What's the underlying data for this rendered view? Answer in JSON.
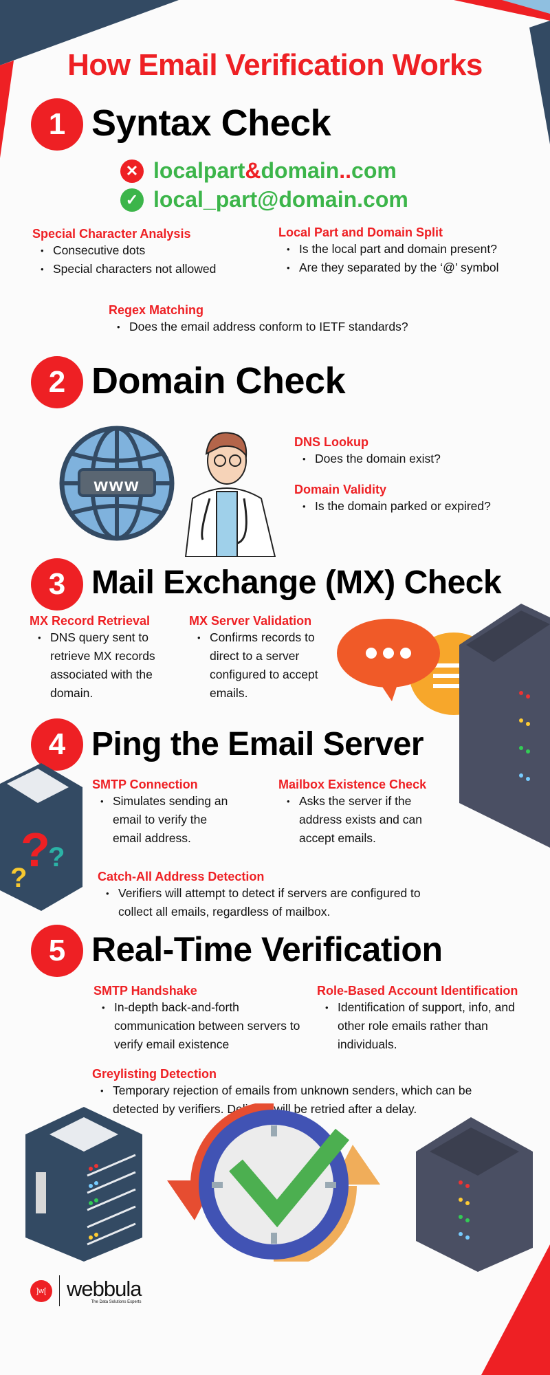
{
  "title": "How Email Verification Works",
  "colors": {
    "accent": "#ee2024",
    "green": "#3cb54a",
    "navy": "#334a63"
  },
  "sections": [
    {
      "number": "1",
      "heading": "Syntax Check",
      "bad_email": {
        "p1": "localpart",
        "p2": "&",
        "p3": "domain",
        "p4": "..",
        "p5": "com",
        "icon": "x-circle-icon"
      },
      "good_email": {
        "text": "local_part@domain.com",
        "icon": "check-circle-icon"
      },
      "items": [
        {
          "title": "Special Character Analysis",
          "bullets": [
            "Consecutive dots",
            "Special characters not allowed"
          ]
        },
        {
          "title": "Local Part and Domain Split",
          "bullets": [
            "Is the local part and domain present?",
            "Are they separated by the ‘@’ symbol"
          ]
        },
        {
          "title": "Regex Matching",
          "bullets": [
            "Does the email address conform to IETF standards?"
          ]
        }
      ]
    },
    {
      "number": "2",
      "heading": "Domain Check",
      "globe_label": "www",
      "items": [
        {
          "title": "DNS Lookup",
          "bullets": [
            "Does the domain exist?"
          ]
        },
        {
          "title": "Domain Validity",
          "bullets": [
            "Is the domain parked or expired?"
          ]
        }
      ]
    },
    {
      "number": "3",
      "heading": "Mail Exchange (MX) Check",
      "items": [
        {
          "title": "MX Record Retrieval",
          "bullets": [
            "DNS query sent to retrieve MX records associated with the domain."
          ]
        },
        {
          "title": "MX Server Validation",
          "bullets": [
            "Confirms records to direct to a server configured to accept emails."
          ]
        }
      ]
    },
    {
      "number": "4",
      "heading": "Ping the Email Server",
      "items": [
        {
          "title": "SMTP Connection",
          "bullets": [
            "Simulates sending an email to verify the email address."
          ]
        },
        {
          "title": "Mailbox Existence Check",
          "bullets": [
            "Asks the server if the address exists and can accept emails."
          ]
        },
        {
          "title": "Catch-All Address Detection",
          "bullets": [
            "Verifiers will attempt to detect if servers are configured to collect all emails, regardless of mailbox."
          ]
        }
      ]
    },
    {
      "number": "5",
      "heading": "Real-Time Verification",
      "items": [
        {
          "title": "SMTP Handshake",
          "bullets": [
            "In-depth back-and-forth communication between servers to verify email existence"
          ]
        },
        {
          "title": "Role-Based Account Identification",
          "bullets": [
            "Identification of support, info, and other role emails rather than individuals."
          ]
        },
        {
          "title": "Greylisting Detection",
          "bullets": [
            "Temporary rejection of emails from unknown senders, which can be detected by verifiers.  Delivery will be retried after a delay."
          ]
        }
      ]
    }
  ],
  "logo": {
    "name": "webbula",
    "tagline": "The Data Solutions Experts"
  }
}
